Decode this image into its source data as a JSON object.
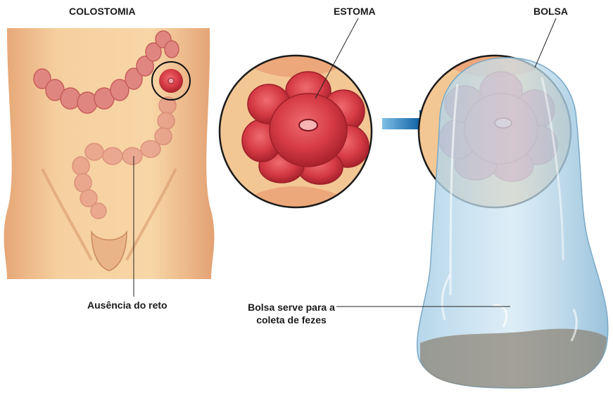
{
  "labels": {
    "colostomia": "COLOSTOMIA",
    "estoma": "ESTOMA",
    "bolsa": "BOLSA",
    "ausencia_do_reto": "Ausência do reto",
    "bolsa_desc": "Bolsa serve para a coleta de fezes"
  },
  "colors": {
    "skin_light": "#f7d3a3",
    "skin_dark": "#e7a978",
    "colon": "#e08680",
    "colon_dark": "#c65d5a",
    "stoma": "#d9434c",
    "stoma_dark": "#a8222c",
    "pouch": "#b9d9ec",
    "arrow": "#1a7dc0",
    "line": "#222222"
  }
}
